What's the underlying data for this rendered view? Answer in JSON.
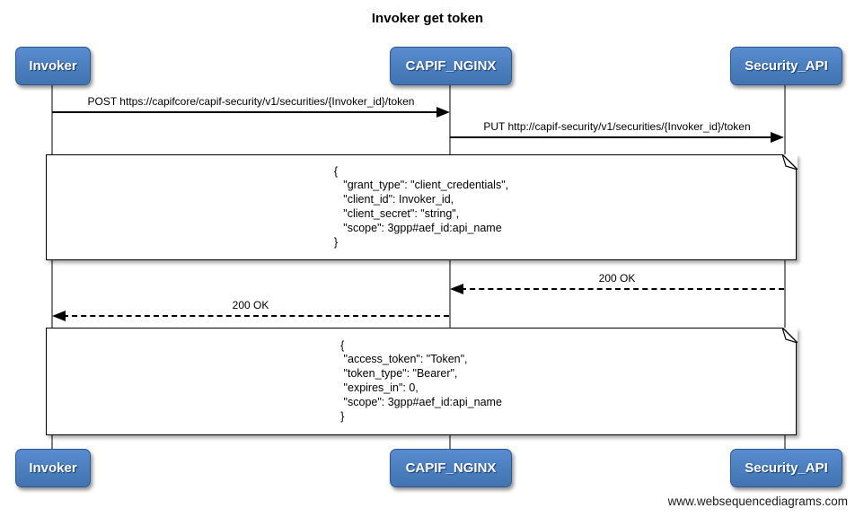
{
  "title": "Invoker get token",
  "actors": [
    {
      "label": "Invoker"
    },
    {
      "label": "CAPIF_NGINX"
    },
    {
      "label": "Security_API"
    }
  ],
  "messages": [
    {
      "label": "POST https://capifcore/capif-security/v1/securities/{Invoker_id}/token",
      "from": "Invoker",
      "to": "CAPIF_NGINX",
      "style": "solid"
    },
    {
      "label": "PUT http://capif-security/v1/securities/{Invoker_id}/token",
      "from": "CAPIF_NGINX",
      "to": "Security_API",
      "style": "solid"
    },
    {
      "label": "200 OK",
      "from": "Security_API",
      "to": "CAPIF_NGINX",
      "style": "dashed"
    },
    {
      "label": "200 OK",
      "from": "CAPIF_NGINX",
      "to": "Invoker",
      "style": "dashed"
    }
  ],
  "notes": [
    {
      "text": "{\n   \"grant_type\": \"client_credentials\",\n   \"client_id\": Invoker_id,\n   \"client_secret\": \"string\",\n   \"scope\": 3gpp#aef_id:api_name\n}"
    },
    {
      "text": "{\n \"access_token\": \"Token\",\n \"token_type\": \"Bearer\",\n \"expires_in\": 0,\n \"scope\": 3gpp#aef_id:api_name\n}"
    }
  ],
  "watermark": "www.websequencediagrams.com",
  "colors": {
    "actor_fill": "#4a7ebd",
    "actor_border": "#2d5791",
    "actor_text": "#ffffff",
    "lifeline": "#7f7f7f",
    "message_line": "#000000",
    "note_fill": "#ffffff",
    "note_border": "#000000",
    "background": "#ffffff"
  }
}
